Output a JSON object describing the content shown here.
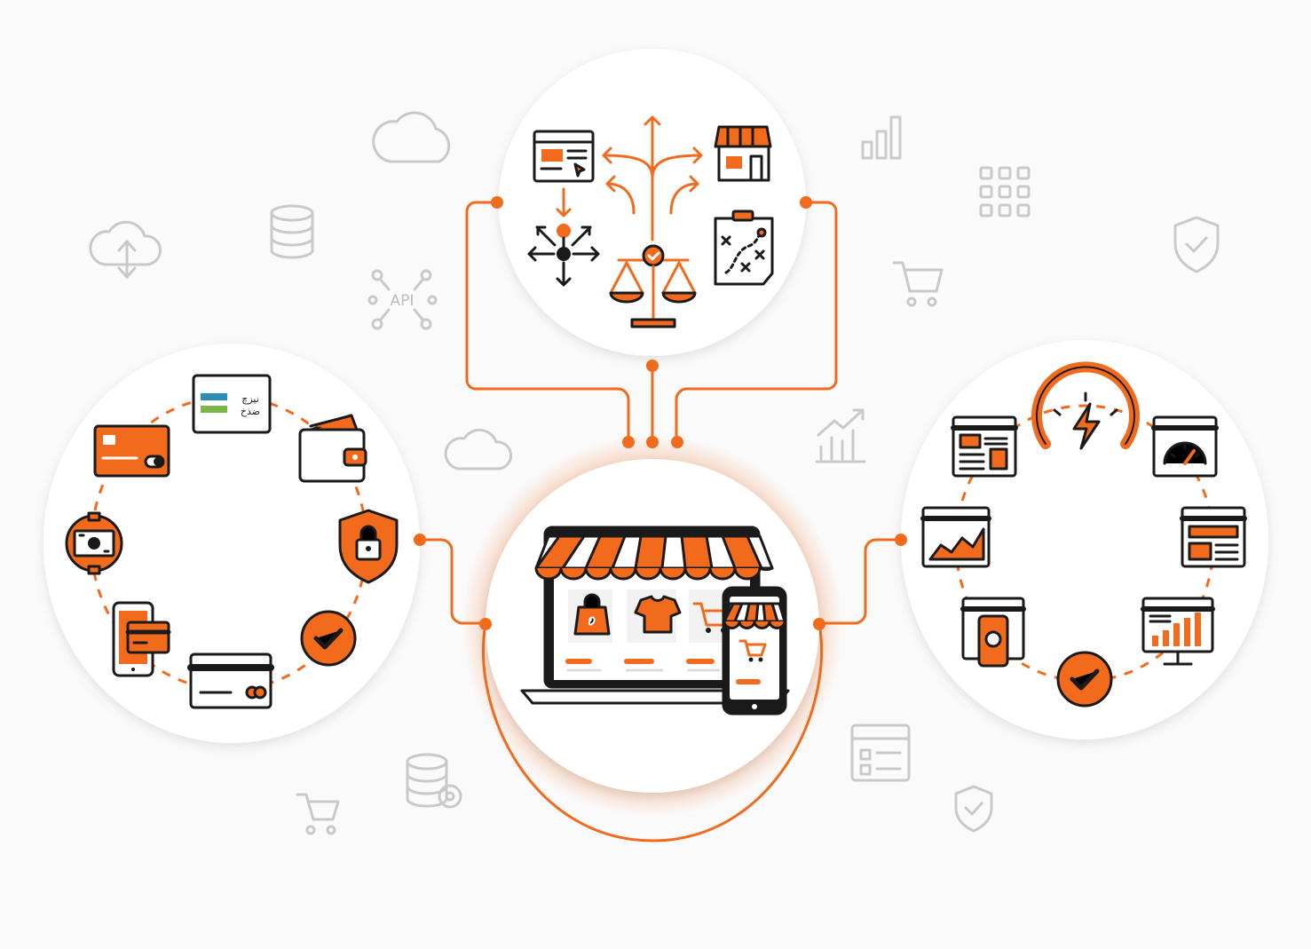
{
  "colors": {
    "accent": "#f26b1d",
    "outline": "#1a1a1a",
    "faint": "#c9c9c9",
    "circle_fill": "#ffffff",
    "shadow": "#e6e6e6"
  },
  "background_icons": {
    "api_label": "API",
    "names": [
      "cloud-icon",
      "cloud-upload-icon",
      "database-icon",
      "api-network-icon",
      "cloud-icon",
      "bar-chart-icon",
      "grid-dots-icon",
      "shopping-cart-icon",
      "shield-check-icon",
      "growth-chart-icon",
      "database-settings-icon",
      "shopping-cart-icon",
      "form-document-icon",
      "shield-check-icon"
    ]
  },
  "payment_hub": {
    "bank_card_text": [
      "نیزچ",
      "ضذخ"
    ],
    "icons": [
      "bank-card-icon",
      "wallet-icon",
      "credit-card-icon",
      "security-lock-icon",
      "cash-money-icon",
      "mobile-card-icon",
      "checkmark-icon",
      "mastercard-card-icon"
    ]
  },
  "strategy_hub": {
    "icons": [
      "web-page-cursor-icon",
      "storefront-icon",
      "decision-arrows-icon",
      "balance-scale-icon",
      "strategy-plan-icon"
    ]
  },
  "performance_hub": {
    "icons": [
      "speedometer-bolt-icon",
      "dashboard-layout-icon",
      "gauge-window-icon",
      "analytics-window-icon",
      "content-window-icon",
      "mobile-app-icon",
      "bar-report-icon",
      "checkmark-icon"
    ]
  },
  "center_hub": {
    "icons": [
      "laptop-store-icon",
      "shopping-bag-icon",
      "tshirt-icon",
      "shopping-cart-icon",
      "smartphone-store-icon"
    ]
  }
}
